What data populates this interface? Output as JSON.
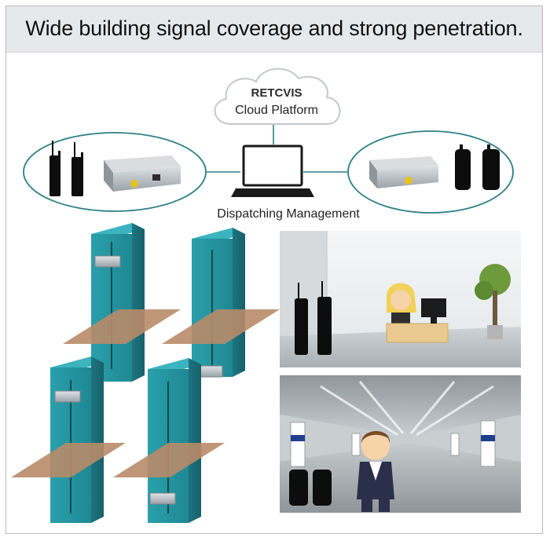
{
  "header": {
    "title": "Wide building signal coverage and strong penetration."
  },
  "cloud": {
    "brand": "RETCVIS",
    "label": "Cloud Platform"
  },
  "console": {
    "label": "Dispatching Management"
  },
  "colors": {
    "accent_teal": "#2f7f86",
    "building": "#2f93a0",
    "floor": "#b88b68",
    "title_bg": "#e6e9ec"
  },
  "scenes": [
    {
      "name": "office",
      "icons": [
        "walkie-talkie-icon",
        "walkie-talkie-icon",
        "receptionist-icon",
        "desk-icon",
        "plant-icon"
      ]
    },
    {
      "name": "underground-parking",
      "icons": [
        "walkie-talkie-icon",
        "walkie-talkie-icon",
        "businessman-icon"
      ]
    }
  ]
}
